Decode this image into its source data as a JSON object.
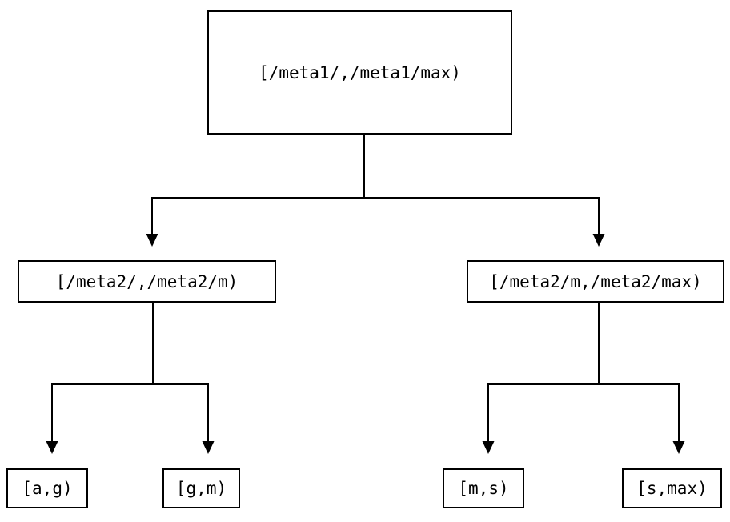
{
  "diagram": {
    "type": "tree",
    "nodes": {
      "root": {
        "label": "[/meta1/,/meta1/max)"
      },
      "left": {
        "label": "[/meta2/,/meta2/m)"
      },
      "right": {
        "label": "[/meta2/m,/meta2/max)"
      },
      "leaf_ag": {
        "label": "[a,g)"
      },
      "leaf_gm": {
        "label": "[g,m)"
      },
      "leaf_ms": {
        "label": "[m,s)"
      },
      "leaf_smax": {
        "label": "[s,max)"
      }
    },
    "edges": [
      {
        "from": "root",
        "to": "left"
      },
      {
        "from": "root",
        "to": "right"
      },
      {
        "from": "left",
        "to": "leaf_ag"
      },
      {
        "from": "left",
        "to": "leaf_gm"
      },
      {
        "from": "right",
        "to": "leaf_ms"
      },
      {
        "from": "right",
        "to": "leaf_smax"
      }
    ],
    "colors": {
      "line": "#000000",
      "text": "#000000",
      "background": "#ffffff"
    }
  }
}
